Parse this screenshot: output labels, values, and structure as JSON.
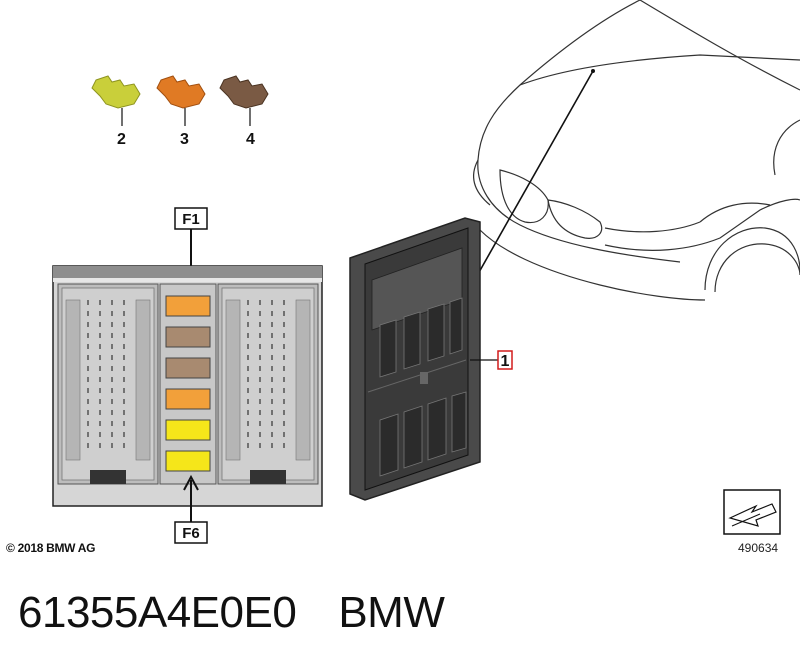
{
  "diagram": {
    "fuse_types": [
      {
        "number": "2",
        "color": "#c9cf3a",
        "dark": "#8e9420"
      },
      {
        "number": "3",
        "color": "#e07a24",
        "dark": "#a14f10"
      },
      {
        "number": "4",
        "color": "#7a5a44",
        "dark": "#4a3322"
      }
    ],
    "top_label": "F1",
    "bottom_label": "F6",
    "callout_number": "1",
    "fuse_slots": [
      {
        "color": "#f2a03a"
      },
      {
        "color": "#a88a70"
      },
      {
        "color": "#a88a70"
      },
      {
        "color": "#f2a03a"
      },
      {
        "color": "#f5e61a"
      },
      {
        "color": "#f5e61a"
      }
    ],
    "copyright": "© 2018 BMW AG",
    "reference_number": "490634"
  },
  "caption": {
    "part_number": "61355A4E0E0",
    "brand": "BMW"
  },
  "colors": {
    "callout_red": "#d21c1c",
    "module_dark": "#3e3e3e",
    "panel_grey": "#9a9a9a"
  }
}
